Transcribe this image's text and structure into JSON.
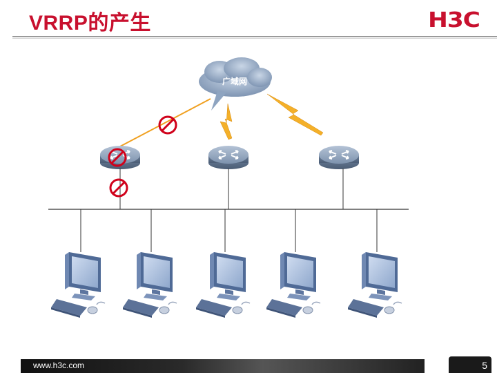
{
  "header": {
    "title": "VRRP的产生",
    "logo_text": "H3C"
  },
  "diagram": {
    "cloud_label": "广域网",
    "routers": [
      "router-1",
      "router-2",
      "router-3"
    ],
    "failed_router_index": 0,
    "pc_count": 5,
    "colors": {
      "accent": "#c8102e",
      "link_orange": "#f0a020",
      "router_body": "#7a8fa8",
      "cloud": "#8da3bf",
      "pc_blue": "#5c79a8"
    }
  },
  "footer": {
    "url": "www.h3c.com",
    "page_number": "5"
  }
}
